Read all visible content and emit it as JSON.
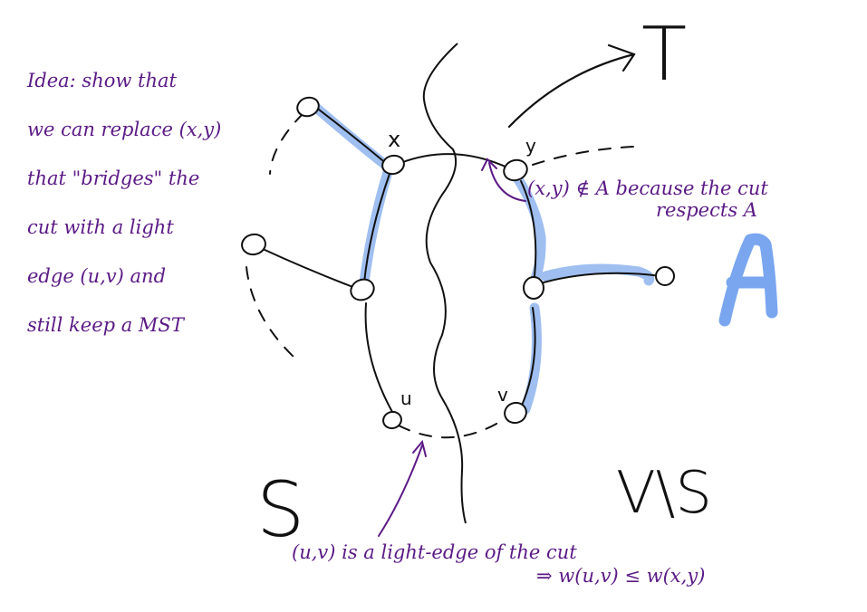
{
  "notes": {
    "idea": [
      "Idea: show that",
      "we can replace (x,y)",
      "that \"bridges\" the",
      "cut with a light",
      "edge (u,v) and",
      "still keep a MST"
    ],
    "xy_not_in_A_line1": "(x,y) ∉ A because the cut",
    "xy_not_in_A_line2": "respects A",
    "light_edge_line1": "(u,v) is a light-edge of the cut",
    "light_edge_line2": "⇒  w(u,v) ≤ w(x,y)"
  },
  "labels": {
    "x": "x",
    "y": "y",
    "u": "u",
    "v": "v",
    "S": "S",
    "V_minus_S": "V\\S",
    "T": "T",
    "A": "A"
  },
  "colors": {
    "ink": "#111111",
    "annotation": "#5b1a86",
    "highlight": "#8fb4ef",
    "A_label": "#7aa6f0"
  }
}
